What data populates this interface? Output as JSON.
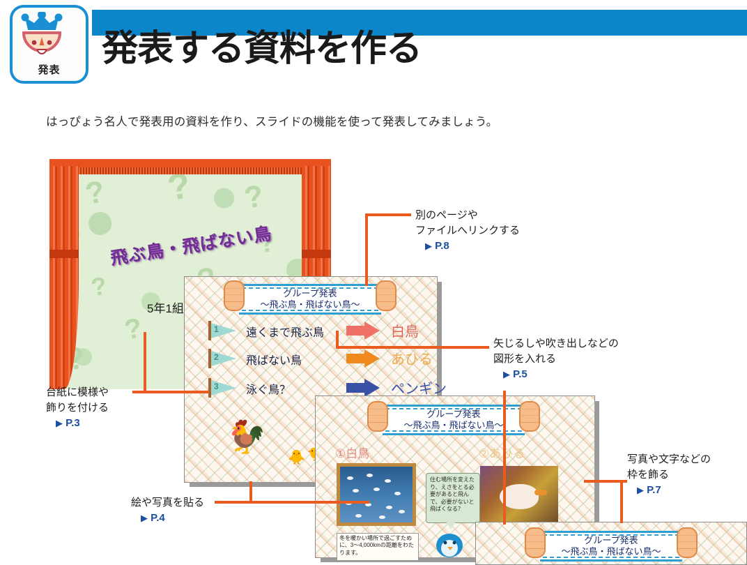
{
  "header": {
    "badge_label": "発表",
    "badge_icon": "crown-character-icon",
    "title": "発表する資料を作る",
    "bar_color": "#0b86ca"
  },
  "intro": {
    "text": "はっぴょう名人で発表用の資料を作り、スライドの機能を使って発表してみましょう。"
  },
  "slides": {
    "curtain": {
      "title": "飛ぶ鳥・飛ばない鳥",
      "subtitle": "5年1組",
      "curtain_color": "#e8521f",
      "stage_color": "#e1efd6",
      "decoration": "question-mark-pattern"
    },
    "list": {
      "plaque_line1": "グループ発表",
      "plaque_line2": "～飛ぶ鳥・飛ばない鳥～",
      "items": [
        {
          "num": "1",
          "label": "遠くまで飛ぶ鳥",
          "answer": "白鳥",
          "answer_color": "#e0665a",
          "arrow_color": "#ef7066"
        },
        {
          "num": "2",
          "label": "飛ばない鳥",
          "answer": "あひる",
          "answer_color": "#edab4b",
          "arrow_color": "#f08a1e"
        },
        {
          "num": "3",
          "label": "泳ぐ鳥？",
          "answer": "ペンギン",
          "answer_color": "#3a51a8",
          "arrow_color": "#3a51a8"
        }
      ],
      "illustration": "chicken-and-chicks-icon"
    },
    "photos": {
      "plaque_line1": "グループ発表",
      "plaque_line2": "～飛ぶ鳥・飛ばない鳥～",
      "heading1": "①白鳥",
      "heading1_color": "#e08d86",
      "heading2": "②あひる",
      "heading2_color": "#edc98a",
      "photo1": "swans-on-water-photo",
      "photo2": "duck-in-reeds-photo",
      "bubble_text": "住む場所を変えたり、えさをとる必要があると飛んで、必要がないと飛ばくなる？",
      "caption_text": "冬を暖かい場所で過ごすために、3～4,000kmの距離をわたります。"
    },
    "bottom": {
      "plaque_line1": "グループ発表",
      "plaque_line2": "～飛ぶ鳥・飛ばない鳥～"
    }
  },
  "callouts": [
    {
      "id": "link",
      "line1": "別のページや",
      "line2": "ファイルへリンクする",
      "page": "P.8"
    },
    {
      "id": "shapes",
      "line1": "矢じるしや吹き出しなどの",
      "line2": "図形を入れる",
      "page": "P.5"
    },
    {
      "id": "background",
      "line1": "台紙に模様や",
      "line2": "飾りを付ける",
      "page": "P.3"
    },
    {
      "id": "pictures",
      "line1": "絵や写真を貼る",
      "line2": "",
      "page": "P.4"
    },
    {
      "id": "frames",
      "line1": "写真や文字などの",
      "line2": "枠を飾る",
      "page": "P.7"
    }
  ],
  "colors": {
    "leader_line": "#ea5b1f",
    "page_ref": "#1a4fa0",
    "header_blue": "#0b86ca"
  }
}
